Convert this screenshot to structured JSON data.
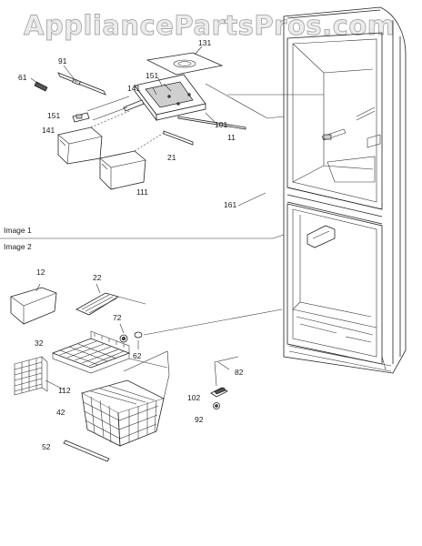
{
  "watermark": "AppliancePartsPros.com",
  "sections": {
    "image1": "Image 1",
    "image2": "Image 2"
  },
  "callouts": {
    "c131": "131",
    "c91": "91",
    "c61": "61",
    "c151a": "151",
    "c141a": "141",
    "c101": "101",
    "c11": "11",
    "c151b": "151",
    "c141b": "141",
    "c21": "21",
    "c111": "111",
    "c161": "161",
    "c12": "12",
    "c22": "22",
    "c72": "72",
    "c62": "62",
    "c32": "32",
    "c112": "112",
    "c42": "42",
    "c52": "52",
    "c82": "82",
    "c102": "102",
    "c92": "92"
  }
}
